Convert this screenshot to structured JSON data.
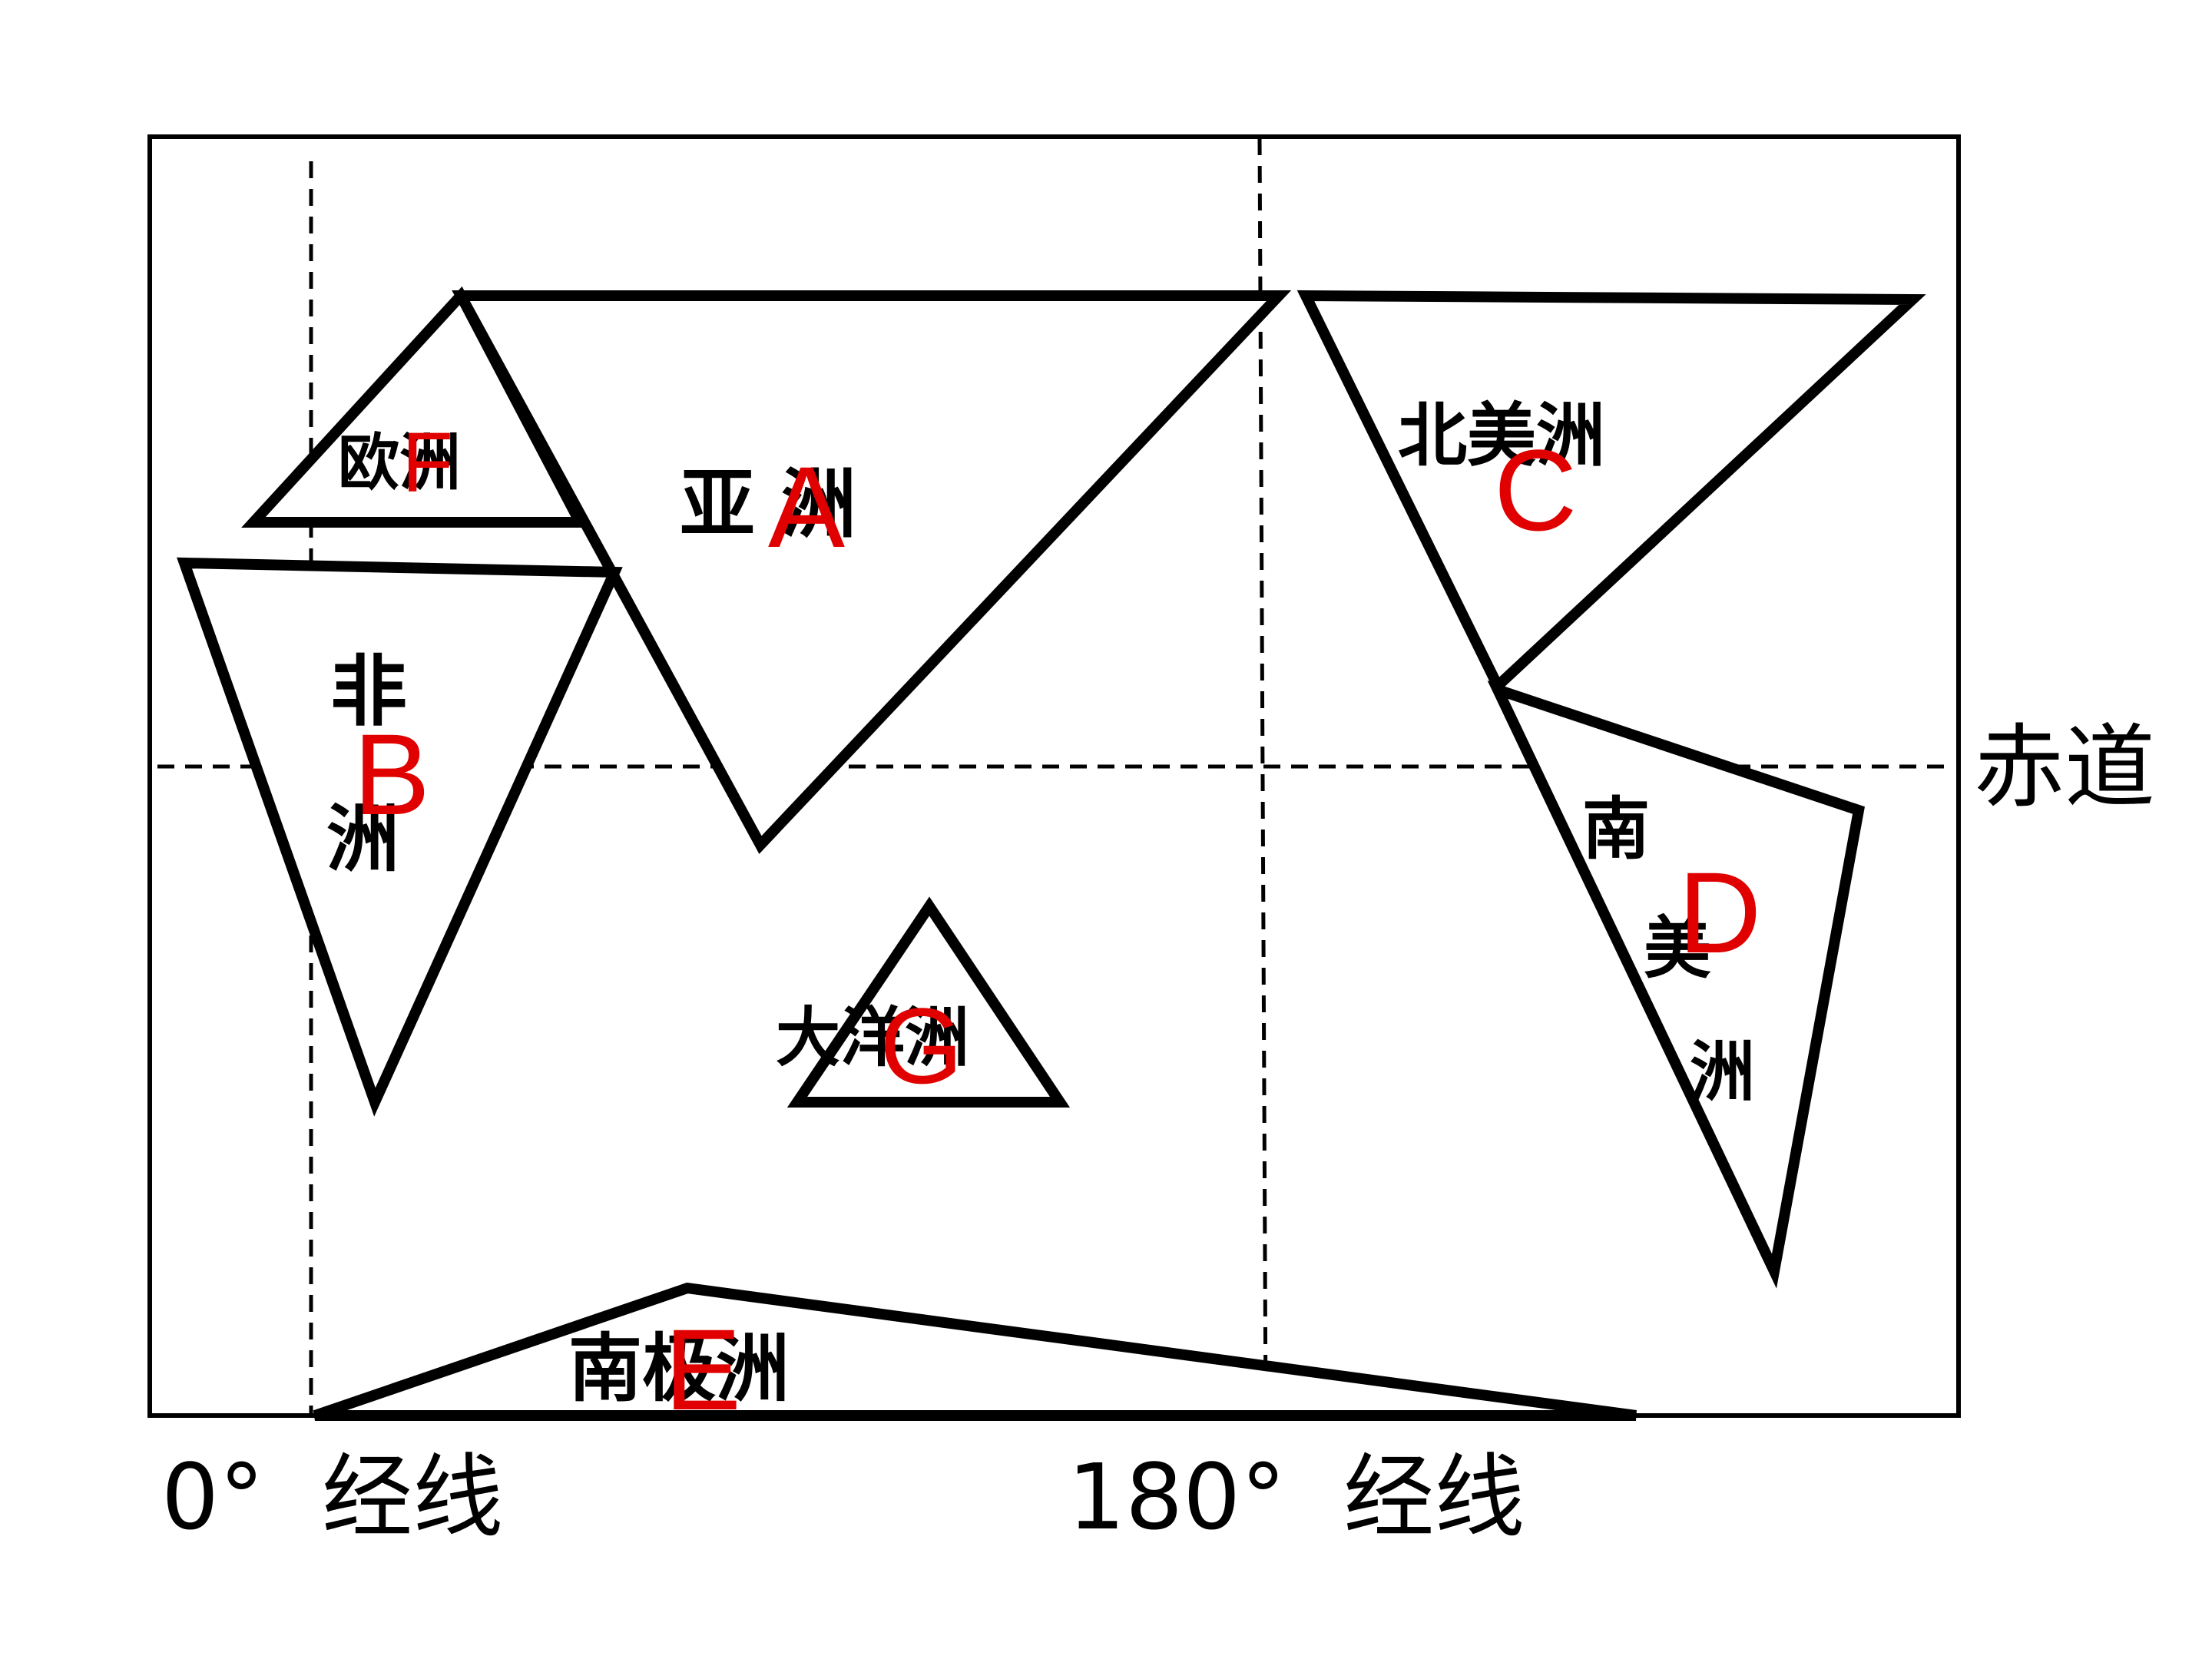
{
  "continents": {
    "asia": {
      "name": "亚  洲",
      "letter": "A"
    },
    "africa": {
      "name_top": "非",
      "name_bottom": "洲",
      "letter": "B"
    },
    "n_america": {
      "name": "北美洲",
      "letter": "C"
    },
    "s_america": {
      "name_1": "南",
      "name_2": "美",
      "name_3": "洲",
      "letter": "D"
    },
    "antarctica": {
      "name": "南极洲",
      "letter": "E"
    },
    "europe": {
      "name": "欧洲",
      "letter": "F"
    },
    "oceania": {
      "name": "大洋洲",
      "letter": "G"
    }
  },
  "lines": {
    "equator": "赤道",
    "meridian_0": "0°  经线",
    "meridian_180": "180°  经线"
  },
  "colors": {
    "letter": "#e00000",
    "outline": "#000000"
  }
}
